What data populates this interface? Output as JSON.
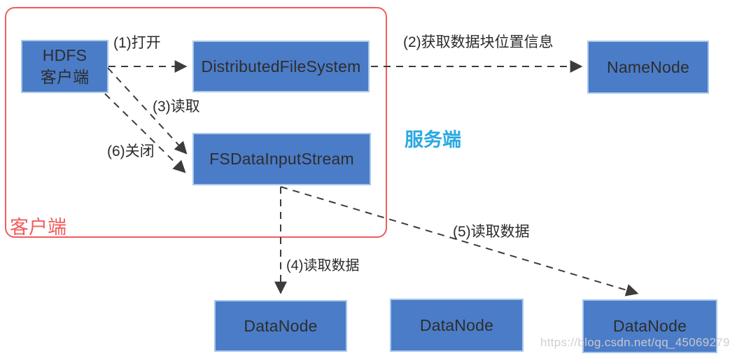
{
  "diagram": {
    "client_region_label": "客户端",
    "server_region_label": "服务端",
    "nodes": {
      "hdfs_client": {
        "line1": "HDFS",
        "line2": "客户端"
      },
      "distributed_file_system": {
        "label": "DistributedFileSystem"
      },
      "fs_data_input_stream": {
        "label": "FSDataInputStream"
      },
      "name_node": {
        "label": "NameNode"
      },
      "data_node_1": {
        "label": "DataNode"
      },
      "data_node_2": {
        "label": "DataNode"
      },
      "data_node_3": {
        "label": "DataNode"
      }
    },
    "edges": {
      "open": {
        "label": "(1)打开"
      },
      "get_block_locations": {
        "label": "(2)获取数据块位置信息"
      },
      "read": {
        "label": "(3)读取"
      },
      "read_data_4": {
        "label": "(4)读取数据"
      },
      "read_data_5": {
        "label": "(5)读取数据"
      },
      "close": {
        "label": "(6)关闭"
      }
    },
    "watermark": "https://blog.csdn.net/qq_45069279",
    "colors": {
      "node_fill": "#4b7cc8",
      "node_border": "#a8c8ea",
      "node_text": "#2d2d2d",
      "client_accent": "#f15c5c",
      "server_accent": "#29a9e1",
      "arrow_color": "#3c3c3c",
      "label_color": "#2b2b2b",
      "watermark_color": "#cdcdcd"
    }
  }
}
